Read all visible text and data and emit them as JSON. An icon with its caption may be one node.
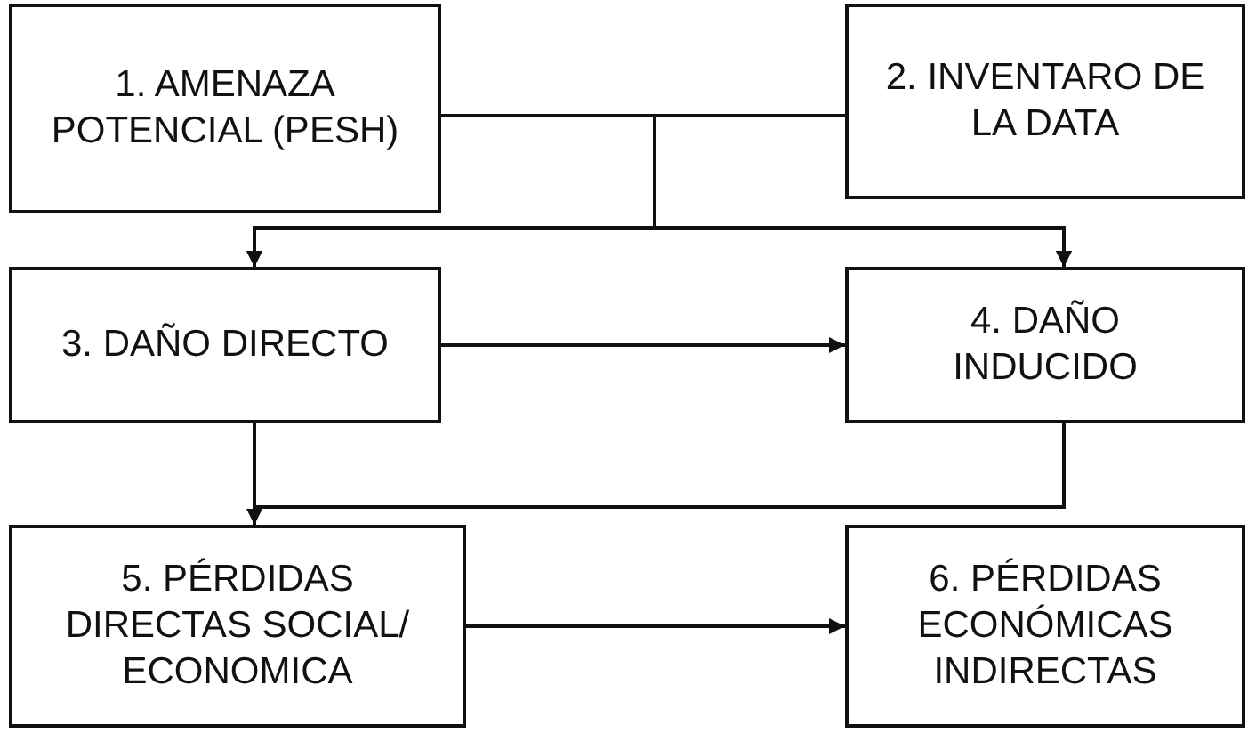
{
  "diagram": {
    "nodes": [
      {
        "text": [
          "1. AMENAZA POTENCIAL (PESH)"
        ]
      },
      {
        "text": [
          "2. INVENTARO DE LA DATA"
        ]
      },
      {
        "text": [
          "3. DAÑO DIRECTO"
        ]
      },
      {
        "text": [
          "4. DAÑO INDUCIDO"
        ]
      },
      {
        "text": [
          "5. PÉRDIDAS DIRECTAS SOCIAL/ ECONOMICA"
        ]
      },
      {
        "text": [
          "6. PÉRDIDAS ECONÓMICAS INDIRECTAS"
        ]
      }
    ],
    "edges": [
      {
        "from": 0,
        "to": 2,
        "arrow": "to"
      },
      {
        "from": 0,
        "to": 3,
        "arrow": "to"
      },
      {
        "from": 1,
        "to": 2,
        "arrow": "to"
      },
      {
        "from": 1,
        "to": 3,
        "arrow": "to"
      },
      {
        "from": 2,
        "to": 3,
        "arrow": "to"
      },
      {
        "from": 2,
        "to": 4,
        "arrow": "none"
      },
      {
        "from": 3,
        "to": 4,
        "arrow": "to"
      },
      {
        "from": 4,
        "to": 5,
        "arrow": "to"
      }
    ]
  }
}
